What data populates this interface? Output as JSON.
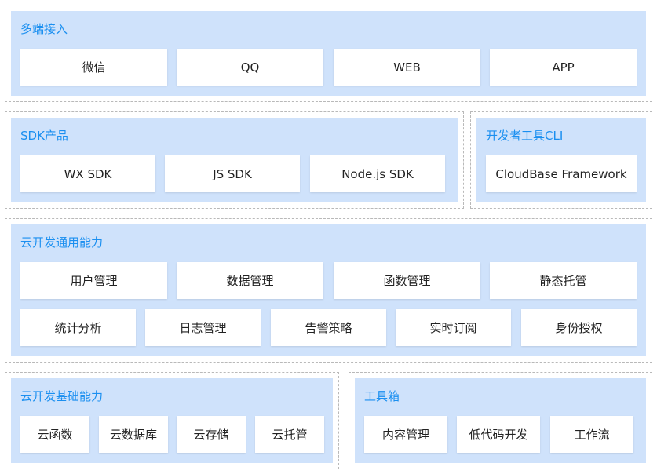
{
  "access": {
    "title": "多端接入",
    "items": [
      "微信",
      "QQ",
      "WEB",
      "APP"
    ]
  },
  "sdk": {
    "title": "SDK产品",
    "items": [
      "WX SDK",
      "JS SDK",
      "Node.js SDK"
    ]
  },
  "cli": {
    "title": "开发者工具CLI",
    "items": [
      "CloudBase Framework"
    ]
  },
  "common": {
    "title": "云开发通用能力",
    "row1": [
      "用户管理",
      "数据管理",
      "函数管理",
      "静态托管"
    ],
    "row2": [
      "统计分析",
      "日志管理",
      "告警策略",
      "实时订阅",
      "身份授权"
    ]
  },
  "base": {
    "title": "云开发基础能力",
    "items": [
      "云函数",
      "云数据库",
      "云存储",
      "云托管"
    ]
  },
  "toolbox": {
    "title": "工具箱",
    "items": [
      "内容管理",
      "低代码开发",
      "工作流"
    ]
  },
  "colors": {
    "panel_bg": "#cfe2fb",
    "title_blue": "#1a8ff0",
    "card_bg": "#ffffff",
    "dashed_border": "#b9b9b9"
  }
}
